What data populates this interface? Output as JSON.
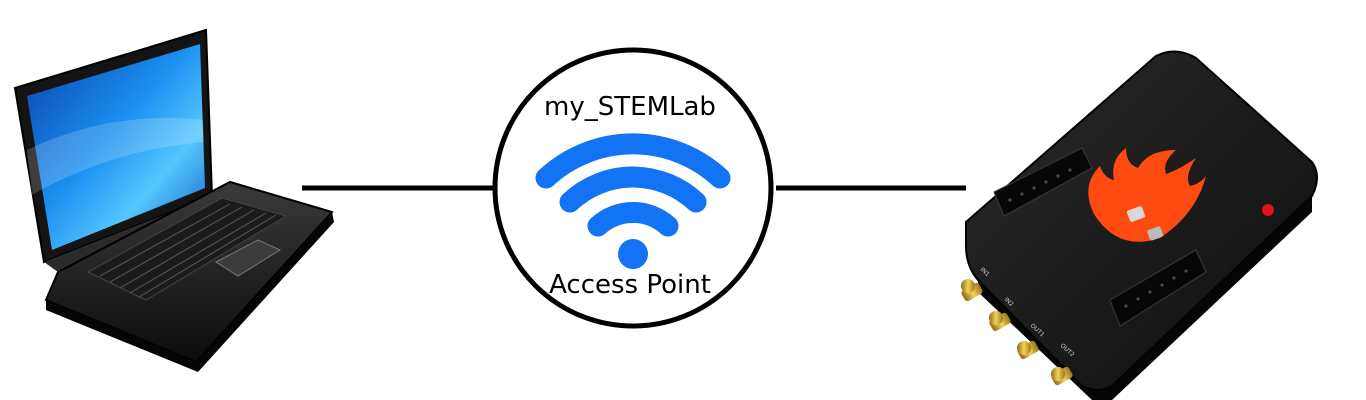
{
  "network": {
    "ssid": "my_STEMLab",
    "mode": "Access Point"
  },
  "board": {
    "ports": [
      "IN1",
      "IN2",
      "OUT1",
      "OUT2"
    ]
  },
  "colors": {
    "wifi": "#1273f5",
    "line": "#000000",
    "board_logo": "#ff4a12",
    "led": "#e0121c"
  },
  "icons": {
    "laptop": "laptop-icon",
    "wifi": "wifi-icon",
    "board": "redpitaya-board-icon"
  }
}
